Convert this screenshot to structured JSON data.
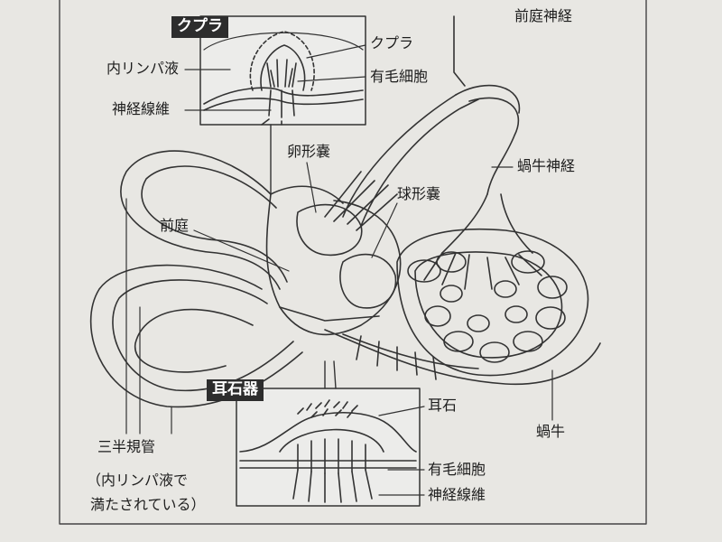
{
  "callouts": {
    "cupula": "クプラ",
    "otolith_organ": "耳石器"
  },
  "labels": {
    "endolymph": "内リンパ液",
    "nerve_fibers_top": "神経線維",
    "cupula_small": "クプラ",
    "hair_cells_top": "有毛細胞",
    "vestibular_nerve": "前庭神経",
    "utricle": "卵形嚢",
    "saccule": "球形嚢",
    "vestibule": "前庭",
    "cochlear_nerve": "蝸牛神経",
    "otolith": "耳石",
    "hair_cells_bottom": "有毛細胞",
    "nerve_fibers_bottom": "神経線維",
    "cochlea": "蝸牛",
    "semicircular_canals": "三半規管",
    "note_line1": "（内リンパ液で",
    "note_line2": "満たされている）"
  }
}
